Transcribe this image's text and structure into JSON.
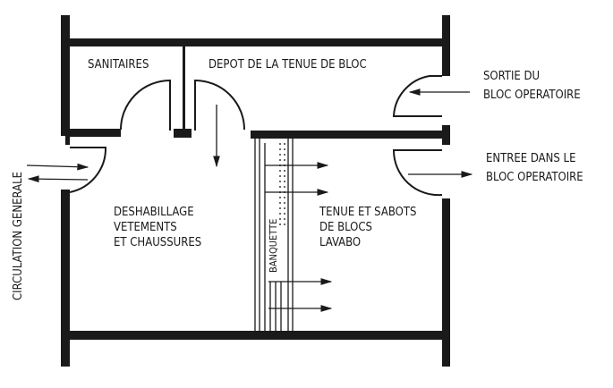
{
  "title": "Plan du vestiaire d'accès au bloc opératoire",
  "rooms": {
    "sanitaires": "SANITAIRES",
    "depot": "DEPOT DE LA TENUE DE BLOC",
    "deshabillage": [
      "DESHABILLAGE",
      "VETEMENTS",
      "ET CHAUSSURES"
    ],
    "tenue": [
      "TENUE ET SABOTS",
      "DE BLOCS",
      "LAVABO"
    ],
    "banquette": "BANQUETTE"
  },
  "exits": {
    "sortie": [
      "SORTIE DU",
      "BLOC OPERATOIRE"
    ],
    "entree": [
      "ENTREE DANS LE",
      "BLOC OPERATOIRE"
    ],
    "circulation": "CIRCULATION GENERALE"
  },
  "colors": {
    "ink": "#1a1a1a",
    "paper": "#ffffff"
  }
}
